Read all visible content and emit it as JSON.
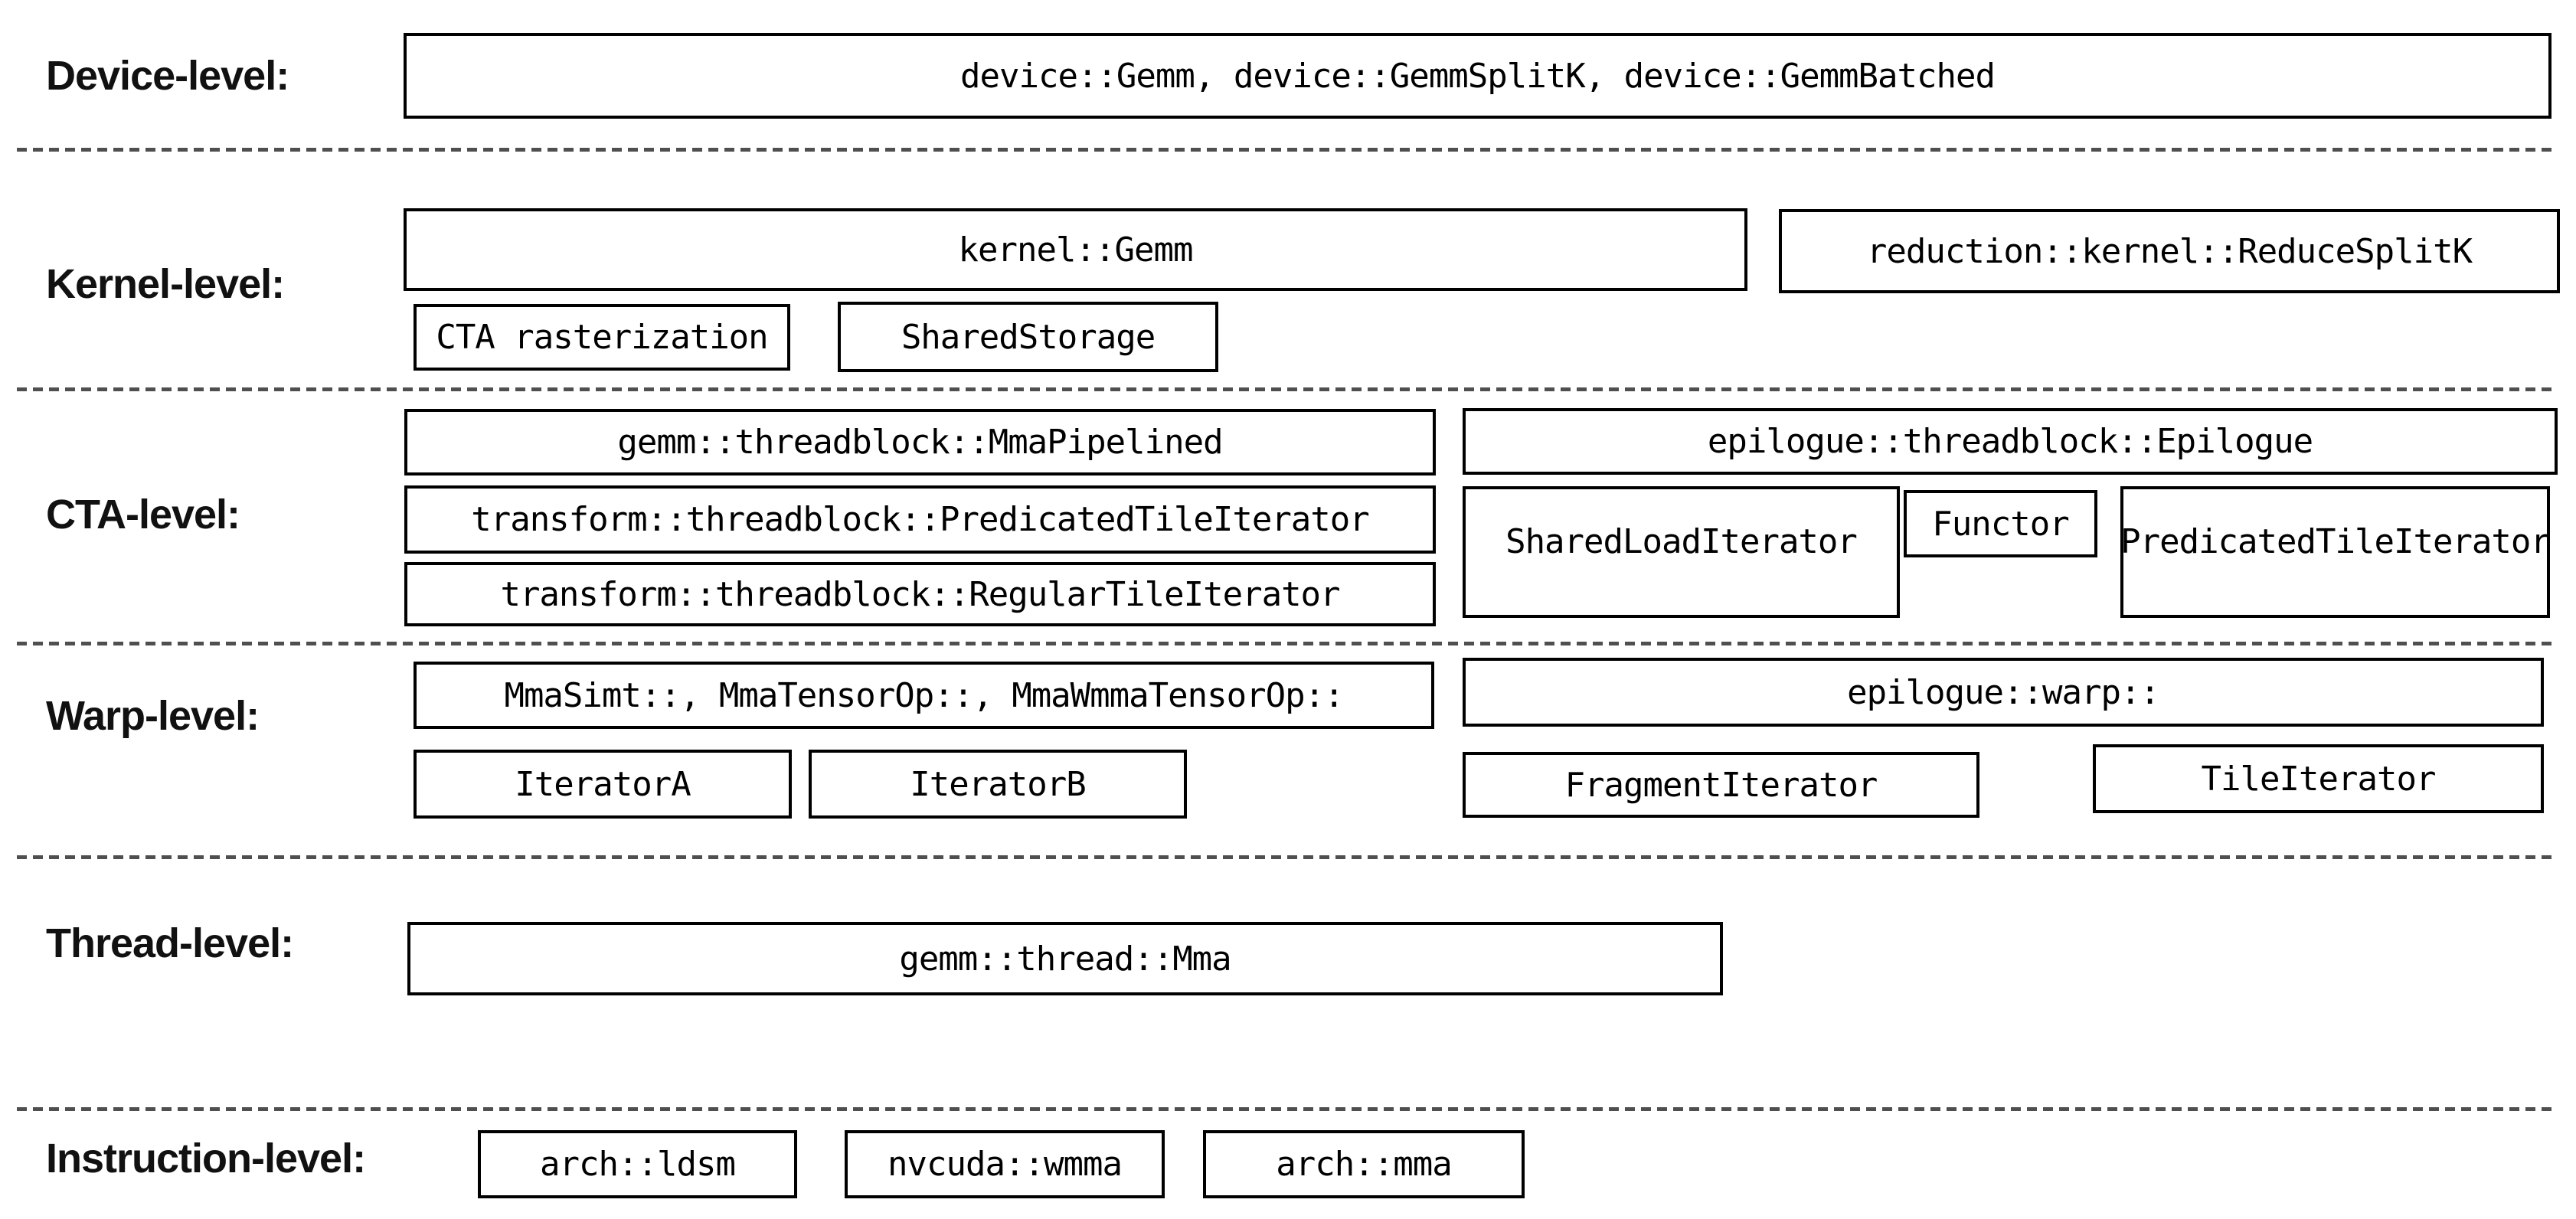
{
  "diagram_title": "CUTLASS GEMM component hierarchy",
  "colors": {
    "background": "#ffffff",
    "box_border": "#000000",
    "box_fill": "#ffffff",
    "text": "#000000",
    "label_text": "#111111",
    "dashed_separator": "#4f4f4f"
  },
  "levels": [
    {
      "label": "Device-level:",
      "boxes": [
        {
          "label": "device::Gemm, device::GemmSplitK, device::GemmBatched"
        }
      ]
    },
    {
      "label": "Kernel-level:",
      "boxes": [
        {
          "label": "kernel::Gemm"
        },
        {
          "label": "reduction::kernel::ReduceSplitK"
        },
        {
          "label": "CTA rasterization"
        },
        {
          "label": "SharedStorage"
        }
      ]
    },
    {
      "label": "CTA-level:",
      "boxes": [
        {
          "label": "gemm::threadblock::MmaPipelined"
        },
        {
          "label": "epilogue::threadblock::Epilogue"
        },
        {
          "label": "transform::threadblock::PredicatedTileIterator"
        },
        {
          "label": "SharedLoadIterator"
        },
        {
          "label": "Functor"
        },
        {
          "label": "PredicatedTileIterator"
        },
        {
          "label": "transform::threadblock::RegularTileIterator"
        }
      ]
    },
    {
      "label": "Warp-level:",
      "boxes": [
        {
          "label": "MmaSimt::, MmaTensorOp::, MmaWmmaTensorOp::"
        },
        {
          "label": "epilogue::warp::"
        },
        {
          "label": "IteratorA"
        },
        {
          "label": "IteratorB"
        },
        {
          "label": "FragmentIterator"
        },
        {
          "label": "TileIterator"
        }
      ]
    },
    {
      "label": "Thread-level:",
      "boxes": [
        {
          "label": "gemm::thread::Mma"
        }
      ]
    },
    {
      "label": "Instruction-level:",
      "boxes": [
        {
          "label": "arch::ldsm"
        },
        {
          "label": "nvcuda::wmma"
        },
        {
          "label": "arch::mma"
        }
      ]
    }
  ]
}
